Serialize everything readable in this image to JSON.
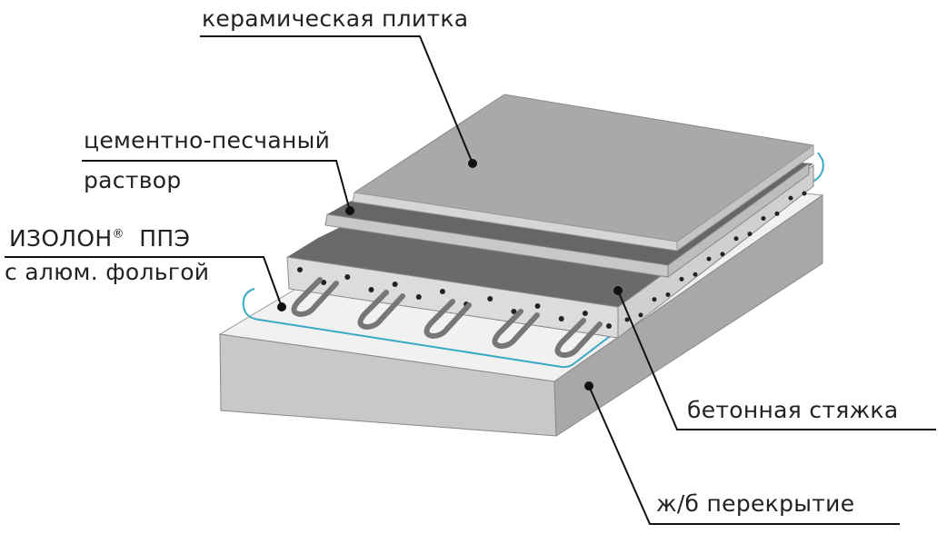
{
  "labels": {
    "tile": "керамическая плитка",
    "mortar_line1": "цементно-песчаный",
    "mortar_line2": "раствор",
    "isolon_line1": "ИЗОЛОН",
    "isolon_reg": "®",
    "isolon_line1b": "ППЭ",
    "isolon_line2": "с алюм. фольгой",
    "screed": "бетонная стяжка",
    "slab": "ж/б перекрытие"
  },
  "colors": {
    "foil_outline": "#3aa9c4",
    "tile": "#a9a9a9",
    "mortar": "#6e6e6e",
    "screed_top": "#6a6a6a",
    "slab": "#c4c4c4"
  }
}
